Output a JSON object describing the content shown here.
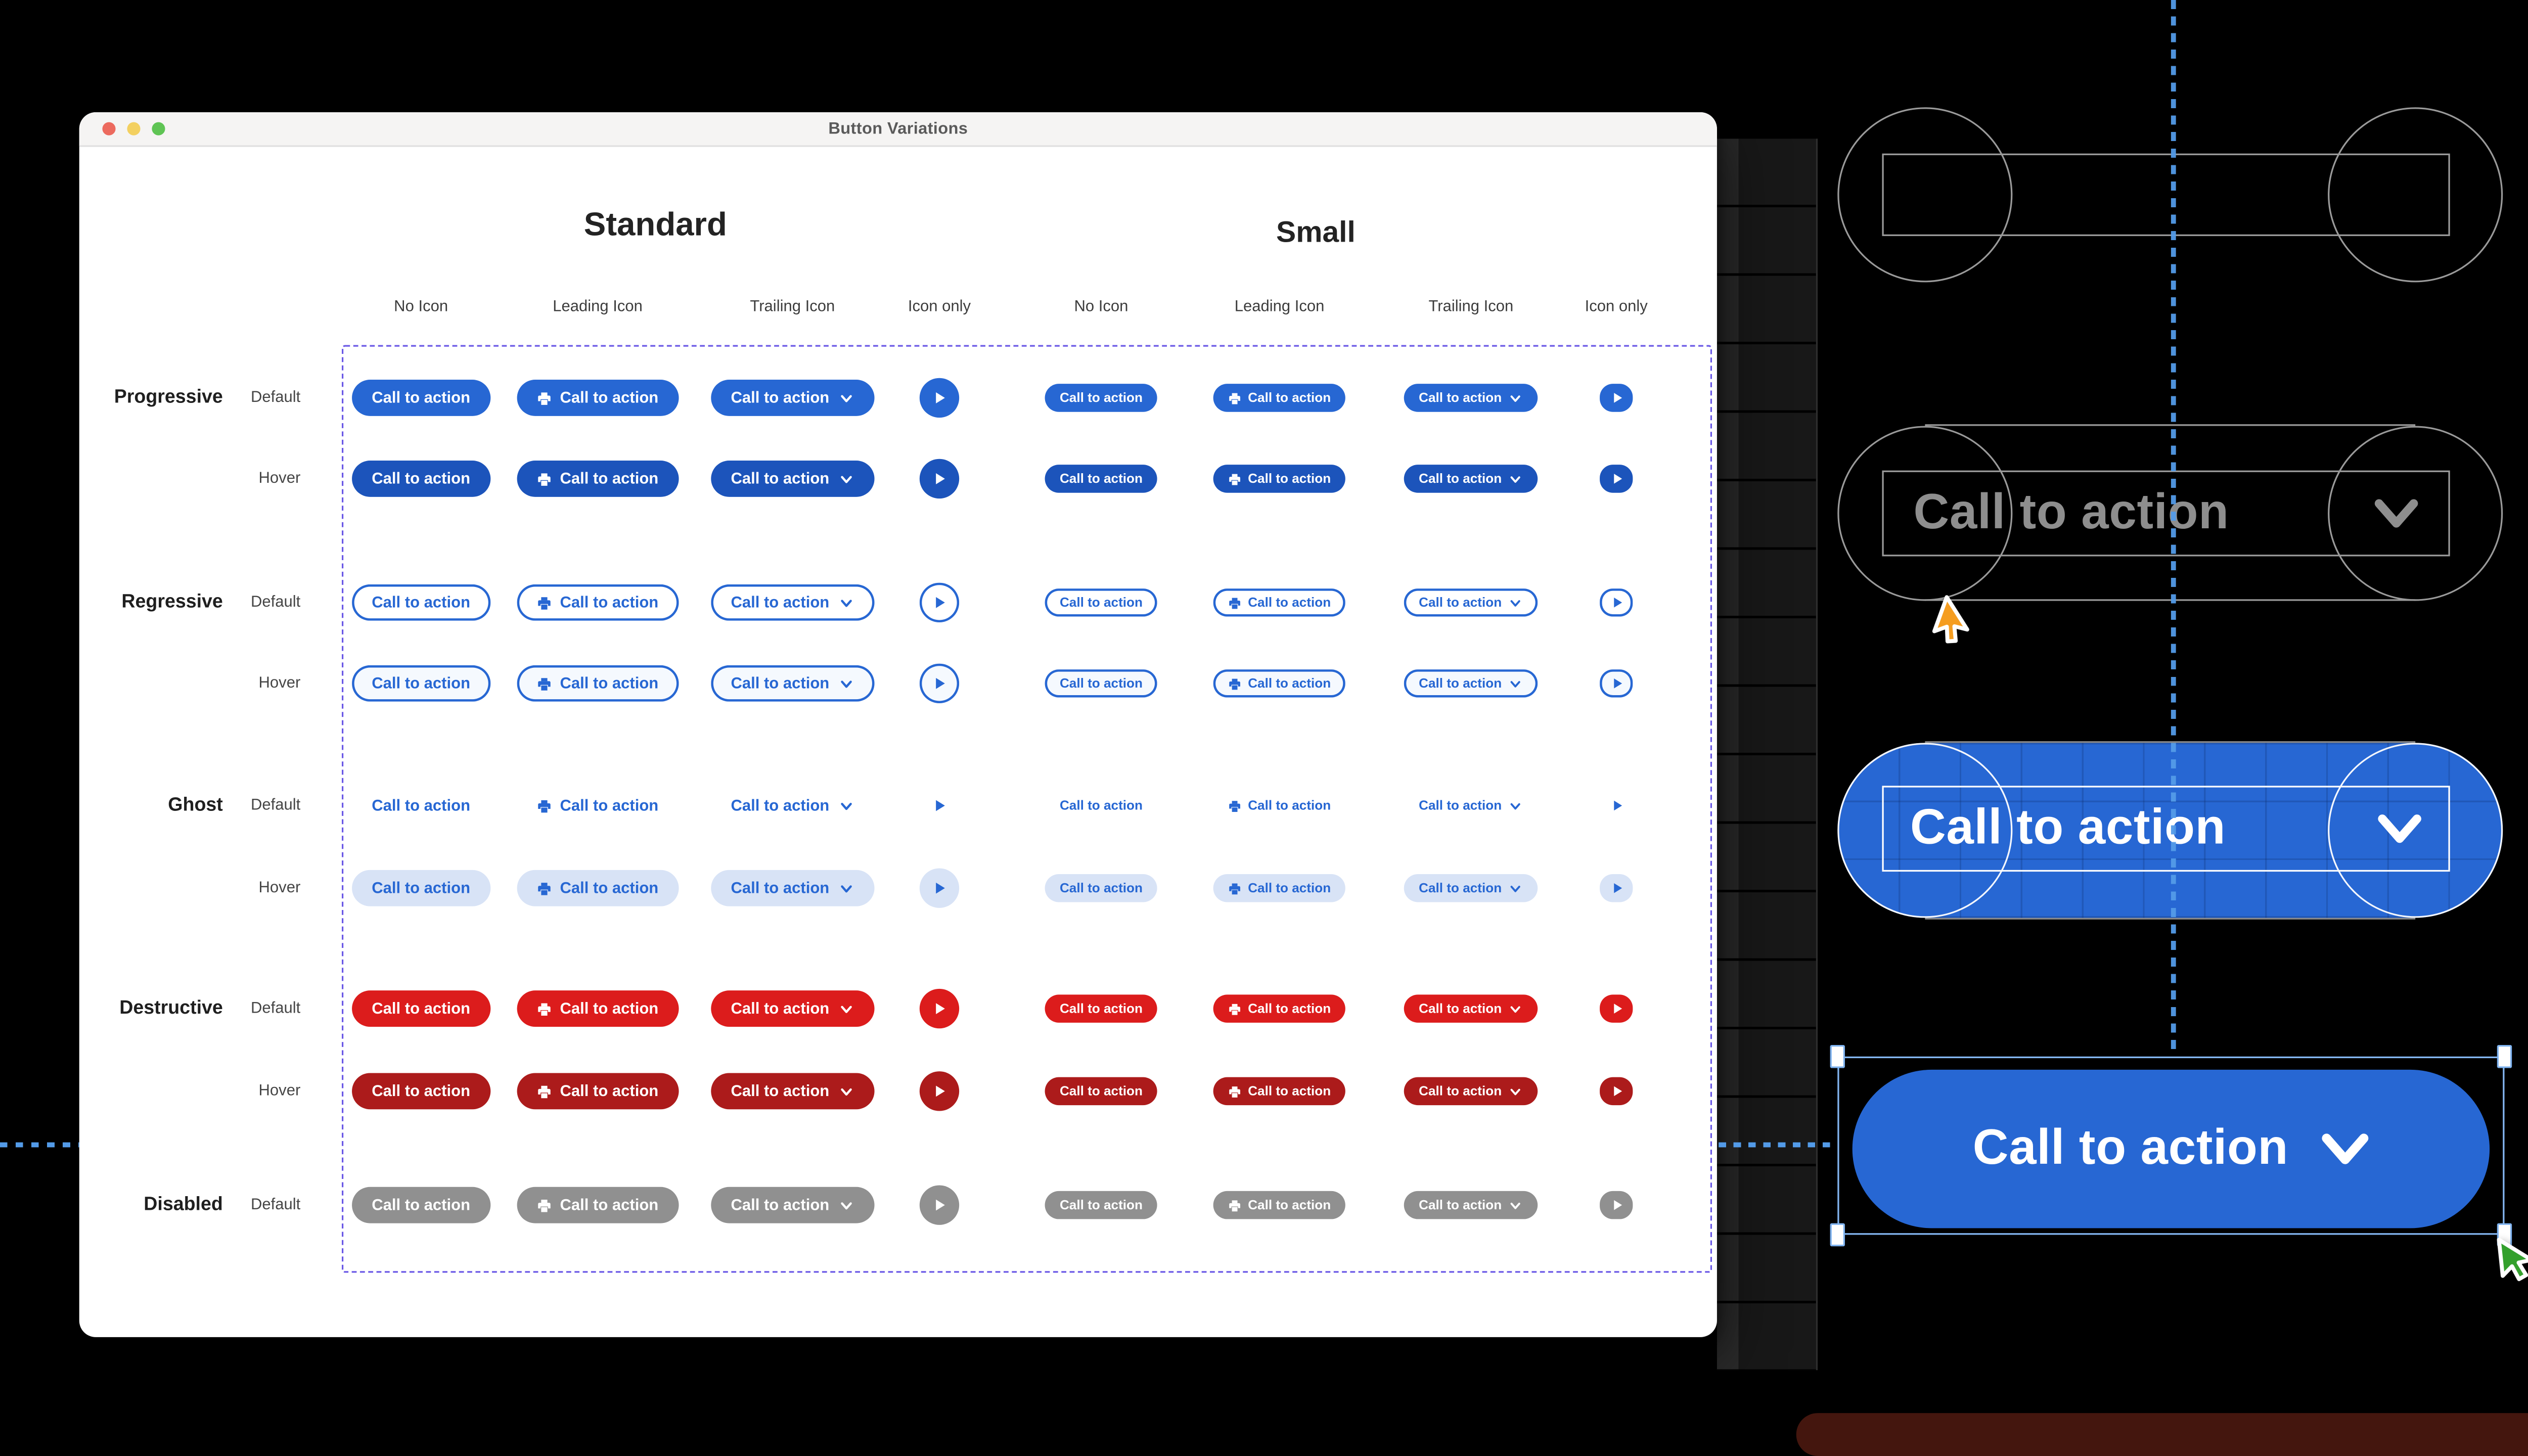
{
  "window": {
    "title": "Button Variations",
    "button_label": "Call to action",
    "groups": [
      {
        "name": "Standard",
        "columns": [
          "No Icon",
          "Leading Icon",
          "Trailing Icon",
          "Icon only"
        ]
      },
      {
        "name": "Small",
        "columns": [
          "No Icon",
          "Leading Icon",
          "Trailing Icon",
          "Icon only"
        ]
      }
    ],
    "variants": [
      {
        "name": "Progressive",
        "states": [
          "Default",
          "Hover"
        ]
      },
      {
        "name": "Regressive",
        "states": [
          "Default",
          "Hover"
        ]
      },
      {
        "name": "Ghost",
        "states": [
          "Default",
          "Hover"
        ]
      },
      {
        "name": "Destructive",
        "states": [
          "Default",
          "Hover"
        ]
      },
      {
        "name": "Disabled",
        "states": [
          "Default"
        ]
      }
    ],
    "icons": [
      "printer-icon",
      "chevron-down-icon",
      "play-icon"
    ]
  },
  "canvas": {
    "wireframe_label": "Call to action",
    "blue_button_label": "Call to action",
    "selected_button_label": "Call to action"
  },
  "colors": {
    "progressive_default": "#2767D3",
    "progressive_hover": "#1C54BB",
    "destructive_default": "#DC1C1C",
    "destructive_hover": "#AC1B1B",
    "disabled": "#909090",
    "ghost_hover_bg": "#D8E3F6",
    "marquee_dash": "#6A58E6",
    "guide_dash": "#539BE8",
    "selection_outline": "#84B7F2",
    "wireframe_stroke": "#9a9a9a",
    "cursor_orange": "#F59D20",
    "cursor_purple": "#B06FD6",
    "cursor_green": "#33A02C",
    "traffic_red": "#EC6A5E",
    "traffic_yellow": "#F3D060",
    "traffic_green": "#5FC454"
  }
}
